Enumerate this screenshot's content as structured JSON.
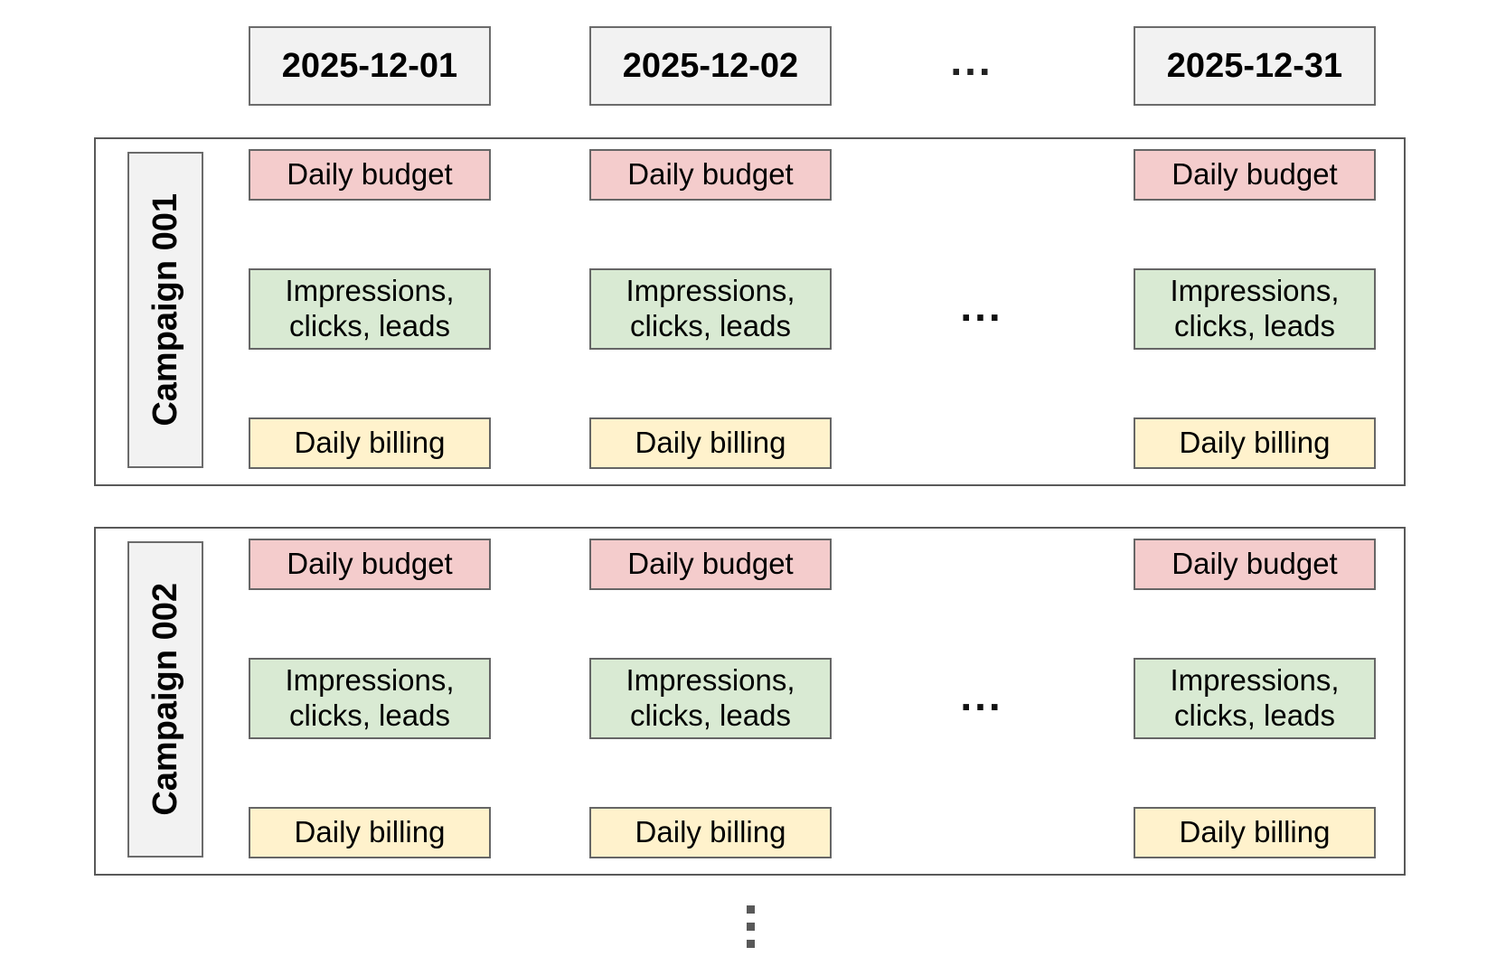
{
  "header": {
    "dates": [
      "2025-12-01",
      "2025-12-02",
      "2025-12-31"
    ],
    "ellipsis": "..."
  },
  "campaigns": [
    {
      "label": "Campaign 001"
    },
    {
      "label": "Campaign 002"
    }
  ],
  "nodes": {
    "budget": "Daily budget",
    "metrics": "Impressions,\nclicks, leads",
    "billing": "Daily billing"
  },
  "row_ellipsis": "...",
  "more_campaigns_symbol": "vertical-ellipsis",
  "colors": {
    "budget_fill": "#f4cccc",
    "metrics_fill": "#d9ead3",
    "billing_fill": "#fff2cc",
    "header_fill": "#f2f2f2",
    "box_border": "#666666",
    "container_border": "#595959",
    "arrow": "#666666"
  }
}
